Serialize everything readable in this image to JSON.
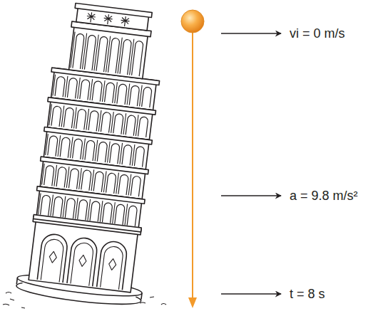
{
  "diagram": {
    "labels": [
      "vi = 0 m/s",
      "a = 9.8 m/s²",
      "t = 8 s"
    ]
  }
}
